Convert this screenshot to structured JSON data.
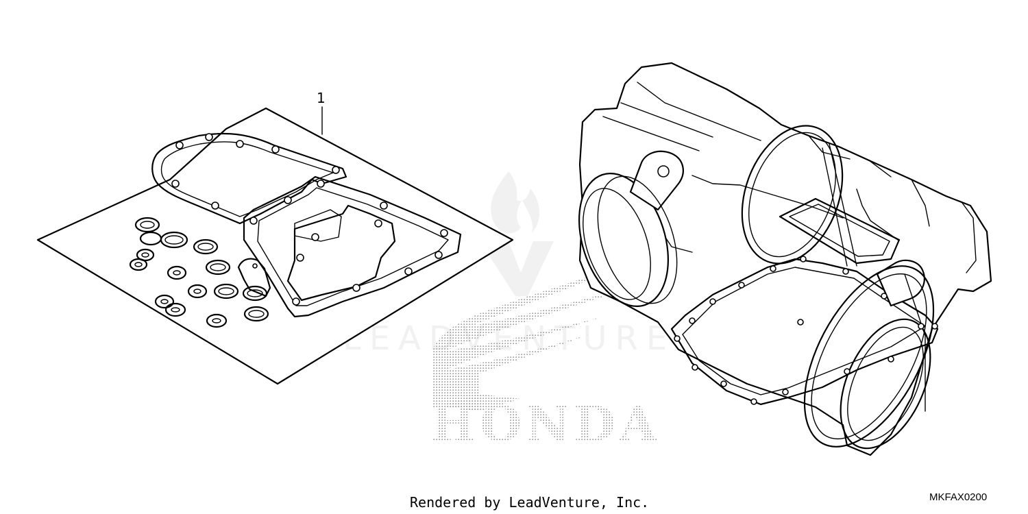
{
  "diagram": {
    "callouts": [
      {
        "label": "1"
      }
    ],
    "watermark_text": "LEADVENTURE",
    "brand_logo_text": "HONDA",
    "credit": "Rendered by LeadVenture, Inc.",
    "diagram_code": "MKFAX0200",
    "colors": {
      "ink": "#000000",
      "background": "#ffffff",
      "watermark": "#d9d9d9",
      "brand_dots": "#9a9a9a"
    }
  }
}
